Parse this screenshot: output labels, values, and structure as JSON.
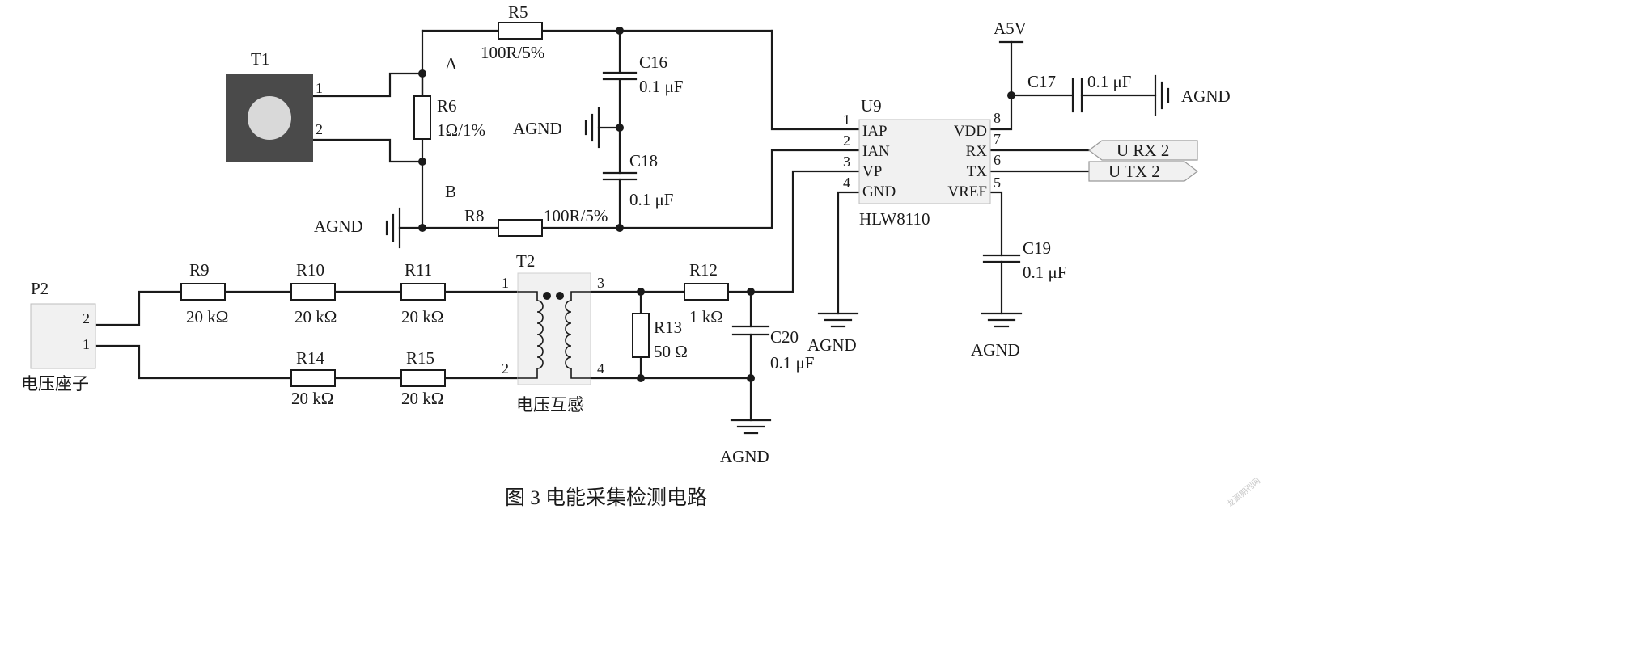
{
  "caption": "图 3   电能采集检测电路",
  "watermark": "龙源期刊网",
  "nodes": {
    "a": "A",
    "b": "B",
    "a5v": "A5V",
    "agnd": "AGND"
  },
  "t1": {
    "ref": "T1",
    "pin1": "1",
    "pin2": "2"
  },
  "p2": {
    "ref": "P2",
    "pin2": "2",
    "pin1": "1",
    "name": "电压座子"
  },
  "t2": {
    "ref": "T2",
    "pin1": "1",
    "pin2": "2",
    "pin3": "3",
    "pin4": "4",
    "name": "电压互感"
  },
  "r5": {
    "ref": "R5",
    "value": "100R/5%"
  },
  "r6": {
    "ref": "R6",
    "value": "1Ω/1%"
  },
  "r8": {
    "ref": "R8",
    "value": "100R/5%"
  },
  "r9": {
    "ref": "R9",
    "value": "20 kΩ"
  },
  "r10": {
    "ref": "R10",
    "value": "20 kΩ"
  },
  "r11": {
    "ref": "R11",
    "value": "20 kΩ"
  },
  "r12": {
    "ref": "R12",
    "value": "1 kΩ"
  },
  "r13": {
    "ref": "R13",
    "value": "50 Ω"
  },
  "r14": {
    "ref": "R14",
    "value": "20 kΩ"
  },
  "r15": {
    "ref": "R15",
    "value": "20 kΩ"
  },
  "c16": {
    "ref": "C16",
    "value": "0.1 μF"
  },
  "c17": {
    "ref": "C17",
    "value": "0.1 μF"
  },
  "c18": {
    "ref": "C18",
    "value": "0.1 μF"
  },
  "c19": {
    "ref": "C19",
    "value": "0.1 μF"
  },
  "c20": {
    "ref": "C20",
    "value": "0.1 μF"
  },
  "u9": {
    "ref": "U9",
    "part": "HLW8110",
    "pins": [
      {
        "num": "1",
        "name": "IAP"
      },
      {
        "num": "2",
        "name": "IAN"
      },
      {
        "num": "3",
        "name": "VP"
      },
      {
        "num": "4",
        "name": "GND"
      },
      {
        "num": "8",
        "name": "VDD"
      },
      {
        "num": "7",
        "name": "RX"
      },
      {
        "num": "6",
        "name": "TX"
      },
      {
        "num": "5",
        "name": "VREF"
      }
    ]
  },
  "ports": {
    "urx": "U RX 2",
    "utx": "U TX 2"
  },
  "colors": {
    "line": "#1a1a1a",
    "component_fill": "#f1f1f1",
    "t1_body": "#4a4a4a",
    "t1_disc": "#d9d9d9"
  }
}
